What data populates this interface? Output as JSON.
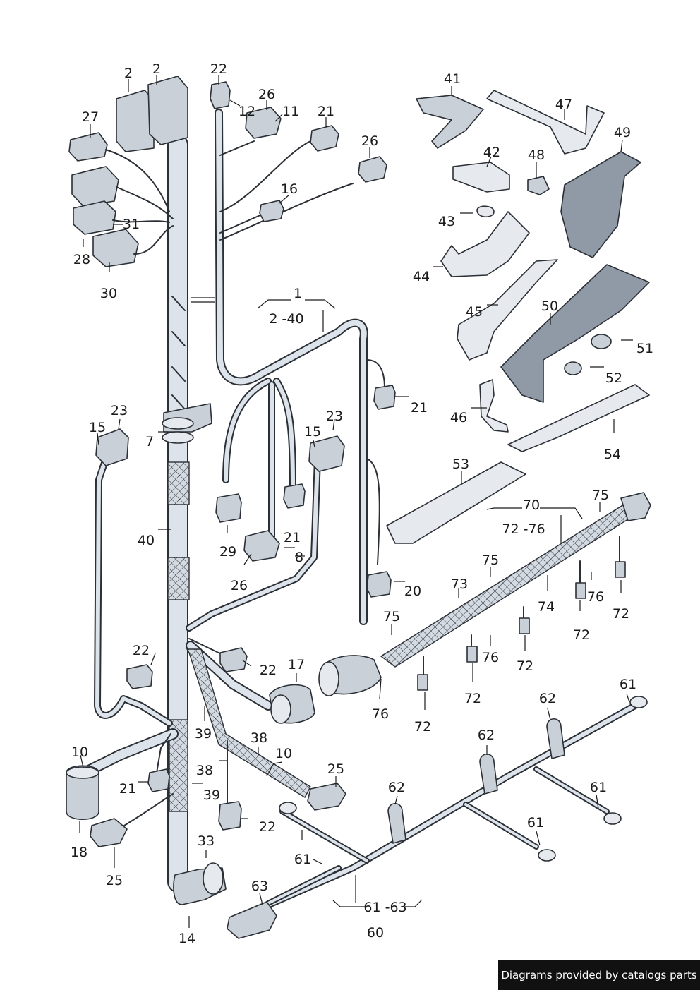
{
  "footer": {
    "text": "Diagrams provided by catalogs parts"
  },
  "labels": [
    {
      "id": "l-2a",
      "text": "2"
    },
    {
      "id": "l-2b",
      "text": "2"
    },
    {
      "id": "l-22a",
      "text": "22"
    },
    {
      "id": "l-26a",
      "text": "26"
    },
    {
      "id": "l-12",
      "text": "12"
    },
    {
      "id": "l-11",
      "text": "11"
    },
    {
      "id": "l-21a",
      "text": "21"
    },
    {
      "id": "l-27",
      "text": "27"
    },
    {
      "id": "l-26b",
      "text": "26"
    },
    {
      "id": "l-16",
      "text": "16"
    },
    {
      "id": "l-31",
      "text": "31"
    },
    {
      "id": "l-28",
      "text": "28"
    },
    {
      "id": "l-30",
      "text": "30"
    },
    {
      "id": "l-1",
      "text": "1"
    },
    {
      "id": "l-2-40",
      "text": "2 -40"
    },
    {
      "id": "l-41",
      "text": "41"
    },
    {
      "id": "l-47",
      "text": "47"
    },
    {
      "id": "l-49",
      "text": "49"
    },
    {
      "id": "l-42",
      "text": "42"
    },
    {
      "id": "l-48",
      "text": "48"
    },
    {
      "id": "l-43",
      "text": "43"
    },
    {
      "id": "l-44",
      "text": "44"
    },
    {
      "id": "l-45",
      "text": "45"
    },
    {
      "id": "l-50",
      "text": "50"
    },
    {
      "id": "l-51",
      "text": "51"
    },
    {
      "id": "l-52",
      "text": "52"
    },
    {
      "id": "l-46",
      "text": "46"
    },
    {
      "id": "l-54",
      "text": "54"
    },
    {
      "id": "l-53",
      "text": "53"
    },
    {
      "id": "l-21b",
      "text": "21"
    },
    {
      "id": "l-23a",
      "text": "23"
    },
    {
      "id": "l-15a",
      "text": "15"
    },
    {
      "id": "l-7",
      "text": "7"
    },
    {
      "id": "l-23b",
      "text": "23"
    },
    {
      "id": "l-15b",
      "text": "15"
    },
    {
      "id": "l-40",
      "text": "40"
    },
    {
      "id": "l-29",
      "text": "29"
    },
    {
      "id": "l-21c",
      "text": "21"
    },
    {
      "id": "l-8",
      "text": "8"
    },
    {
      "id": "l-26c",
      "text": "26"
    },
    {
      "id": "l-20",
      "text": "20"
    },
    {
      "id": "l-70",
      "text": "70"
    },
    {
      "id": "l-72-76",
      "text": "72 -76"
    },
    {
      "id": "l-75a",
      "text": "75"
    },
    {
      "id": "l-75b",
      "text": "75"
    },
    {
      "id": "l-73",
      "text": "73"
    },
    {
      "id": "l-74",
      "text": "74"
    },
    {
      "id": "l-76a",
      "text": "76"
    },
    {
      "id": "l-72a",
      "text": "72"
    },
    {
      "id": "l-72b",
      "text": "72"
    },
    {
      "id": "l-75c",
      "text": "75"
    },
    {
      "id": "l-76b",
      "text": "76"
    },
    {
      "id": "l-72c",
      "text": "72"
    },
    {
      "id": "l-22b",
      "text": "22"
    },
    {
      "id": "l-22c",
      "text": "22"
    },
    {
      "id": "l-17",
      "text": "17"
    },
    {
      "id": "l-72d",
      "text": "72"
    },
    {
      "id": "l-76c",
      "text": "76"
    },
    {
      "id": "l-72e",
      "text": "72"
    },
    {
      "id": "l-39a",
      "text": "39"
    },
    {
      "id": "l-61a",
      "text": "61"
    },
    {
      "id": "l-62a",
      "text": "62"
    },
    {
      "id": "l-38a",
      "text": "38"
    },
    {
      "id": "l-10a",
      "text": "10"
    },
    {
      "id": "l-62b",
      "text": "62"
    },
    {
      "id": "l-10b",
      "text": "10"
    },
    {
      "id": "l-38b",
      "text": "38"
    },
    {
      "id": "l-25a",
      "text": "25"
    },
    {
      "id": "l-21d",
      "text": "21"
    },
    {
      "id": "l-39b",
      "text": "39"
    },
    {
      "id": "l-61b",
      "text": "61"
    },
    {
      "id": "l-62c",
      "text": "62"
    },
    {
      "id": "l-22d",
      "text": "22"
    },
    {
      "id": "l-61c",
      "text": "61"
    },
    {
      "id": "l-18",
      "text": "18"
    },
    {
      "id": "l-33",
      "text": "33"
    },
    {
      "id": "l-25b",
      "text": "25"
    },
    {
      "id": "l-61d",
      "text": "61"
    },
    {
      "id": "l-63",
      "text": "63"
    },
    {
      "id": "l-61-63",
      "text": "61 -63"
    },
    {
      "id": "l-14",
      "text": "14"
    },
    {
      "id": "l-60",
      "text": "60"
    }
  ]
}
